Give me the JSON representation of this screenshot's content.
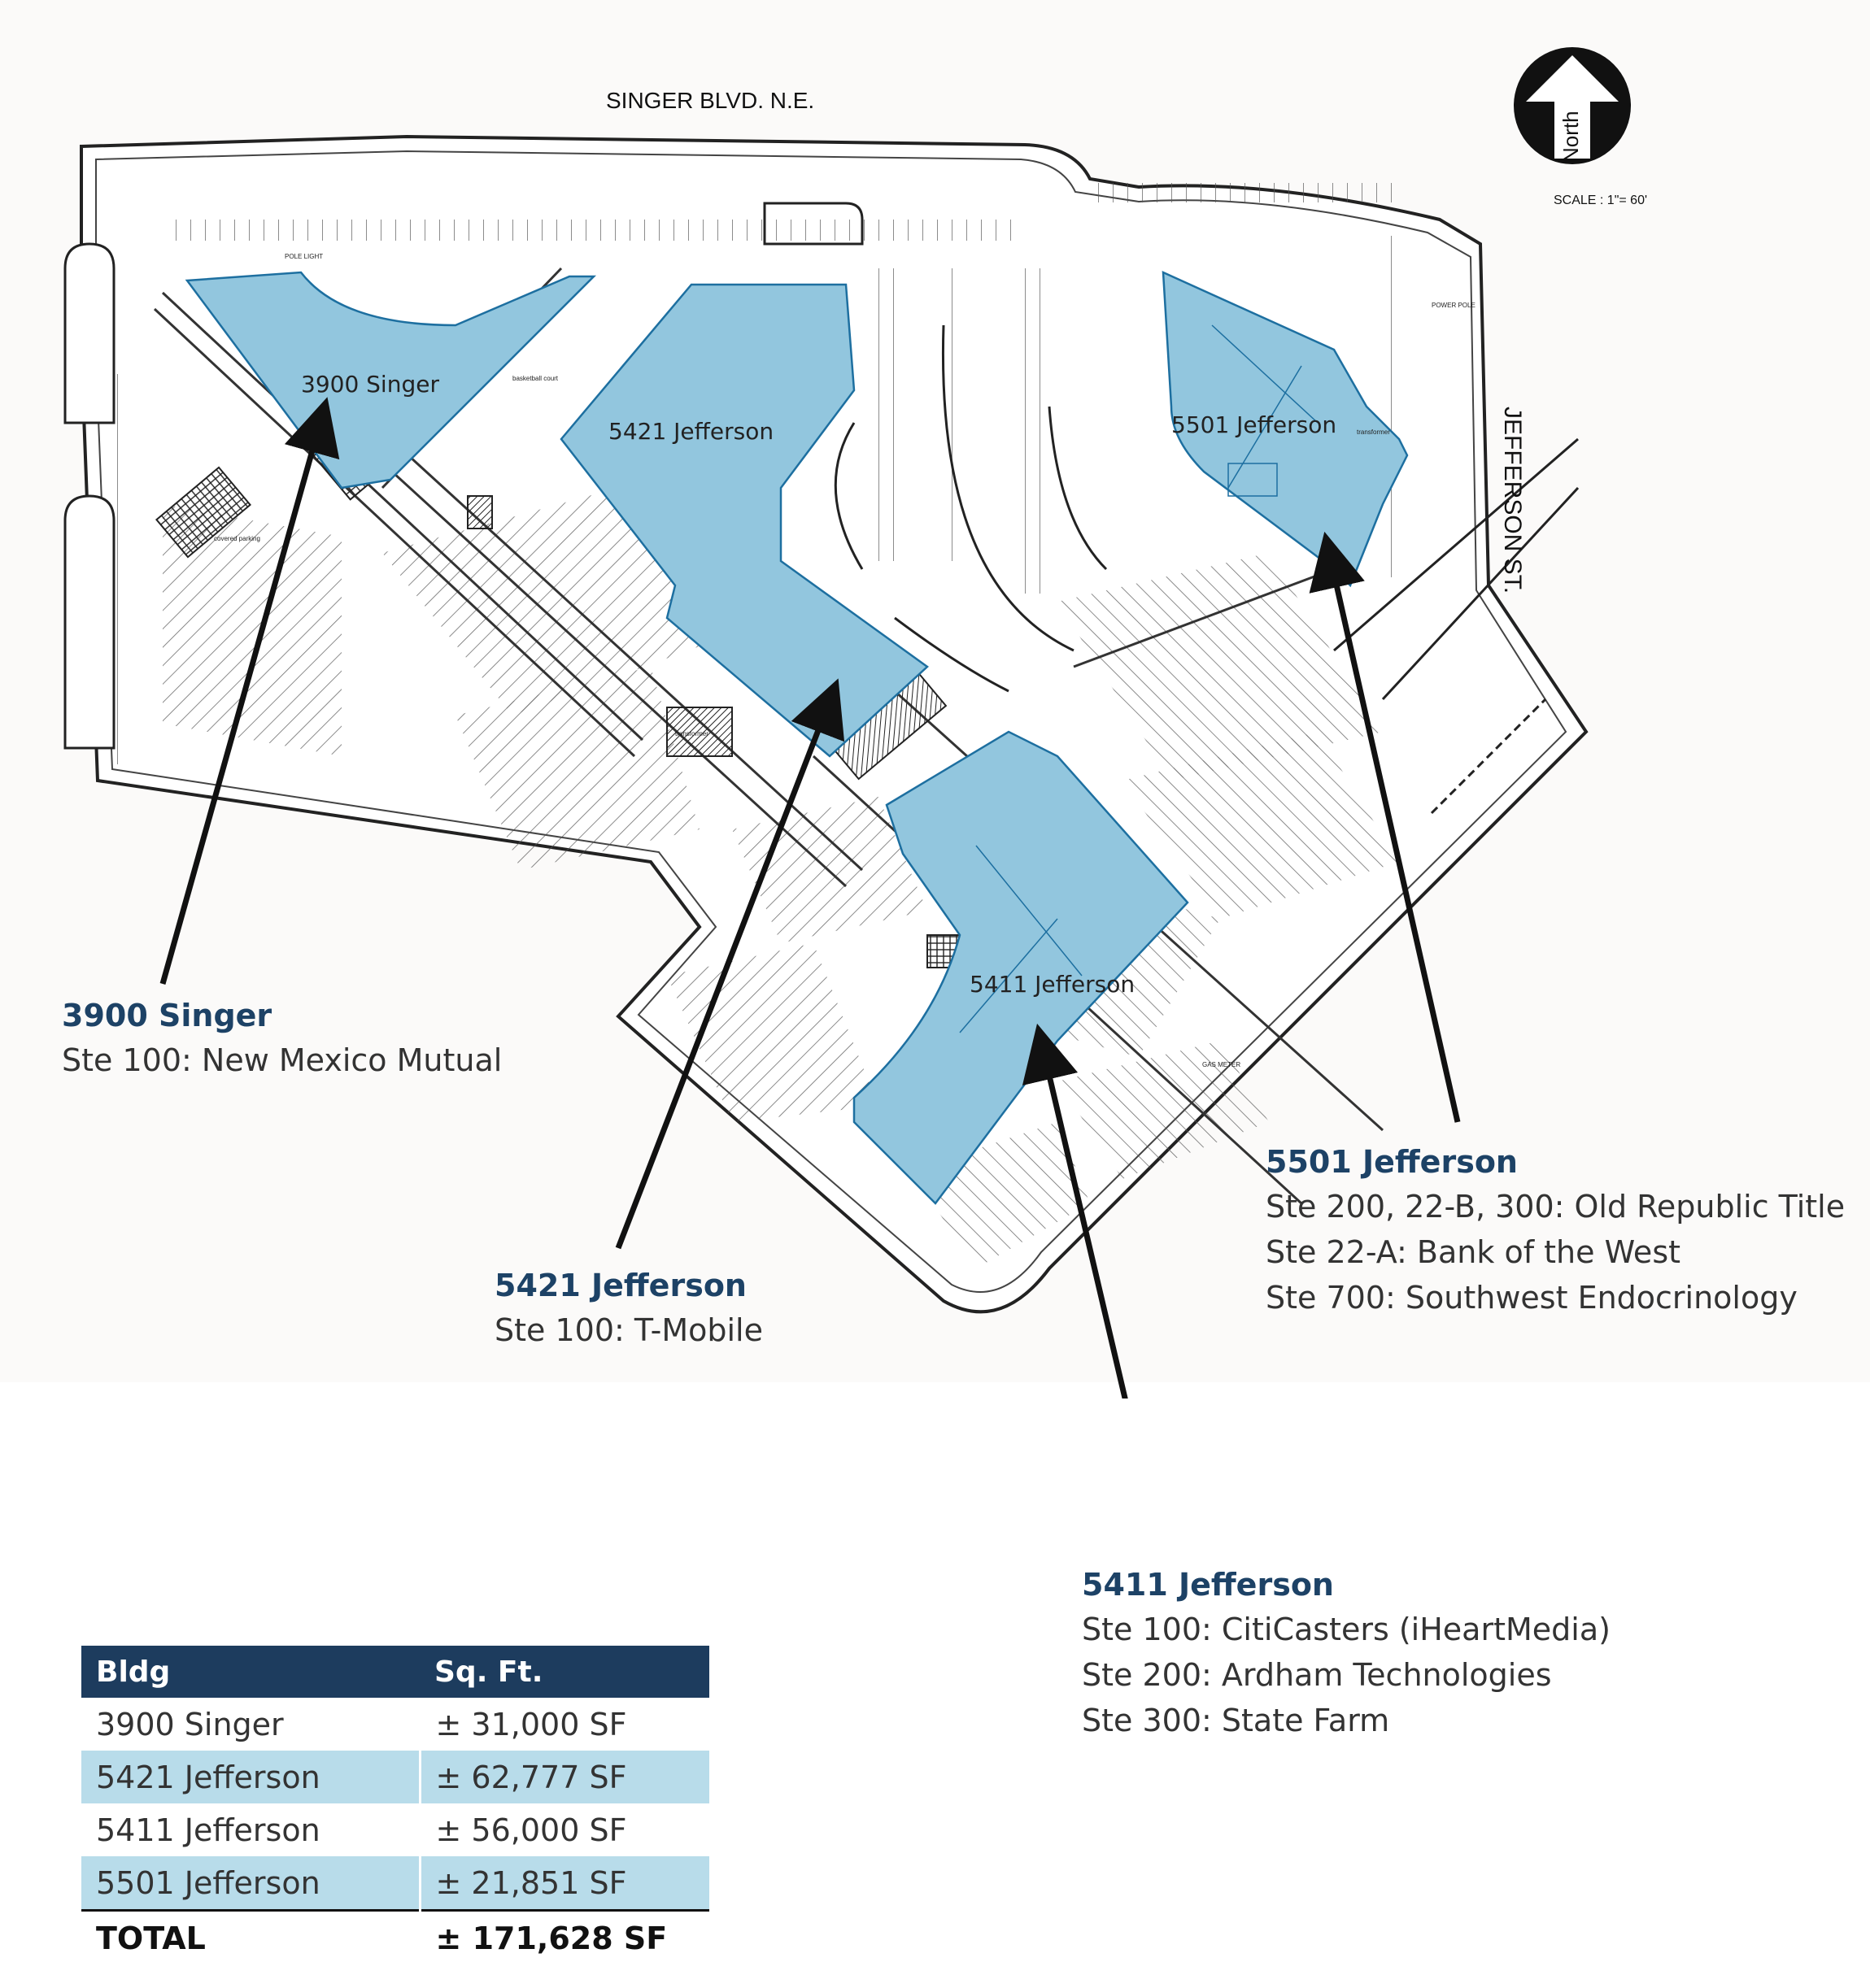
{
  "map": {
    "street_north": "SINGER BLVD. N.E.",
    "street_east": "JEFFERSON ST.",
    "north_label": "North",
    "scale": "SCALE : 1\"= 60'",
    "buildings": [
      {
        "label": "3900 Singer"
      },
      {
        "label": "5421 Jefferson"
      },
      {
        "label": "5411 Jefferson"
      },
      {
        "label": "5501 Jefferson"
      }
    ],
    "small_labels": {
      "basketball_court": "basketball court",
      "transformer_a": "transformer",
      "transformer_b": "transformer",
      "covered_parking": "covered parking",
      "pole_light": "POLE LIGHT",
      "power_pole": "POWER POLE",
      "gas_meter": "GAS METER"
    },
    "colors": {
      "building_fill": "#92c6de",
      "building_edge": "#1d6fa0",
      "callout_heading": "#1d4266",
      "table_header": "#1d3c5e",
      "row_shade": "#b8dcea"
    }
  },
  "callouts": {
    "singer3900": {
      "name": "3900 Singer",
      "tenants": [
        "Ste 100: New Mexico Mutual"
      ]
    },
    "jefferson5421": {
      "name": "5421 Jefferson",
      "tenants": [
        "Ste 100: T-Mobile"
      ]
    },
    "jefferson5501": {
      "name": "5501 Jefferson",
      "tenants": [
        "Ste 200, 22-B, 300: Old Republic Title",
        "Ste 22-A: Bank of the West",
        "Ste 700: Southwest Endocrinology"
      ]
    },
    "jefferson5411": {
      "name": "5411 Jefferson",
      "tenants": [
        "Ste 100: CitiCasters (iHeartMedia)",
        "Ste 200: Ardham Technologies",
        "Ste 300: State Farm"
      ]
    }
  },
  "table": {
    "headers": [
      "Bldg",
      "Sq. Ft."
    ],
    "rows": [
      {
        "bldg": "3900 Singer",
        "sf": "± 31,000 SF"
      },
      {
        "bldg": "5421 Jefferson",
        "sf": "± 62,777 SF"
      },
      {
        "bldg": "5411 Jefferson",
        "sf": "± 56,000 SF"
      },
      {
        "bldg": "5501 Jefferson",
        "sf": "± 21,851 SF"
      }
    ],
    "total": {
      "label": "TOTAL",
      "sf": "± 171,628 SF"
    }
  }
}
